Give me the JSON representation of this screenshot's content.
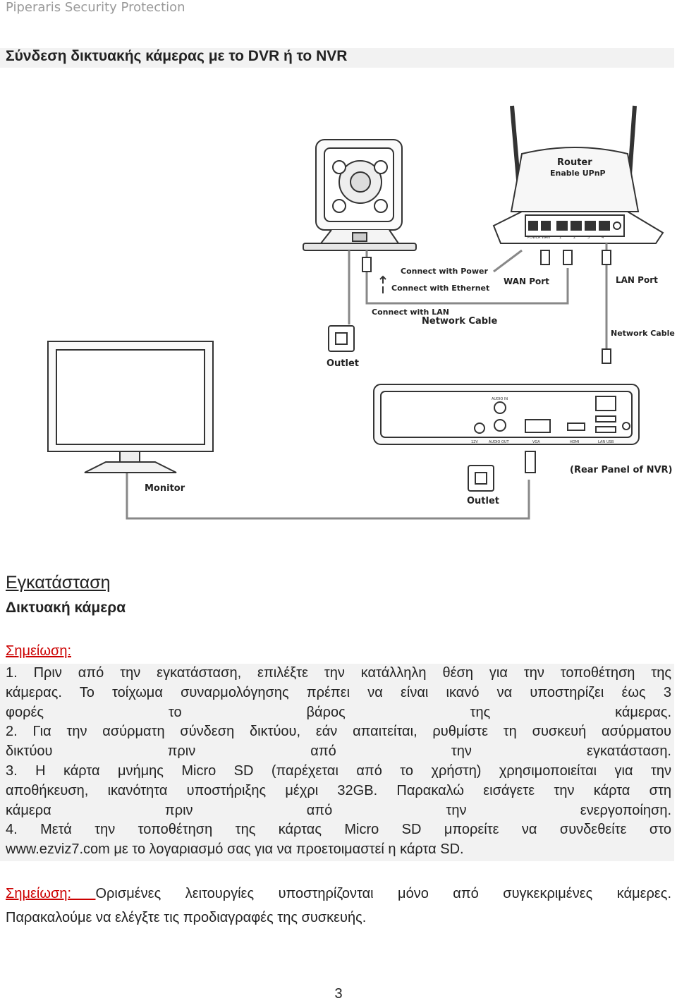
{
  "header": {
    "company": "Piperaris Security Protection"
  },
  "page_title": "Σύνδεση δικτυακής κάμερας με το DVR ή το NVR",
  "diagram": {
    "router_label": "Router",
    "router_sublabel": "Enable UPnP",
    "connect_power": "Connect with Power",
    "connect_ethernet": "Connect with Ethernet",
    "wan_port": "WAN Port",
    "lan_port": "LAN Port",
    "connect_lan": "Connect with LAN",
    "network_cable_1": "Network Cable",
    "network_cable_2": "Network Cable",
    "outlet_1": "Outlet",
    "outlet_2": "Outlet",
    "monitor": "Monitor",
    "rear_panel": "(Rear Panel of NVR)",
    "port_labels": [
      "POWER",
      "WAN",
      "1",
      "2",
      "3",
      "4",
      "AUDIO IN",
      "12V",
      "AUDIO OUT",
      "VGA",
      "HDMI",
      "LAN",
      "USB"
    ]
  },
  "section": {
    "title": "Εγκατάσταση",
    "subtitle": "Δικτυακή κάμερα"
  },
  "note": {
    "label": "Σημείωση:",
    "lines": [
      "1. Πριν από την εγκατάσταση, επιλέξτε την κατάλληλη θέση για την τοποθέτηση της",
      "κάμερας. Το τοίχωμα συναρμολόγησης πρέπει να είναι ικανό να υποστηρίζει έως 3",
      "φορές το βάρος της κάμερας.",
      "2. Για την ασύρματη σύνδεση δικτύου, εάν απαιτείται, ρυθμίστε τη συσκευή ασύρματου",
      "δικτύου πριν από την εγκατάσταση.",
      "3. Η κάρτα μνήμης Micro SD (παρέχεται από το χρήστη) χρησιμοποιείται για την",
      "αποθήκευση, ικανότητα υποστήριξης μέχρι 32GB. Παρακαλώ εισάγετε την κάρτα στη",
      "κάμερα πριν από την ενεργοποίηση.",
      "4. Μετά την τοποθέτηση της κάρτας Micro SD μπορείτε να συνδεθείτε στο",
      "www.ezviz7.com με το λογαριασμό σας για να προετοιμαστεί η κάρτα SD."
    ]
  },
  "note2": {
    "label": "Σημείωση: ",
    "line1": "Ορισμένες λειτουργίες υποστηρίζονται μόνο από συγκεκριμένες κάμερες.",
    "line2": "Παρακαλούμε να ελέγξτε τις προδιαγραφές της συσκευής."
  },
  "page_number": "3"
}
